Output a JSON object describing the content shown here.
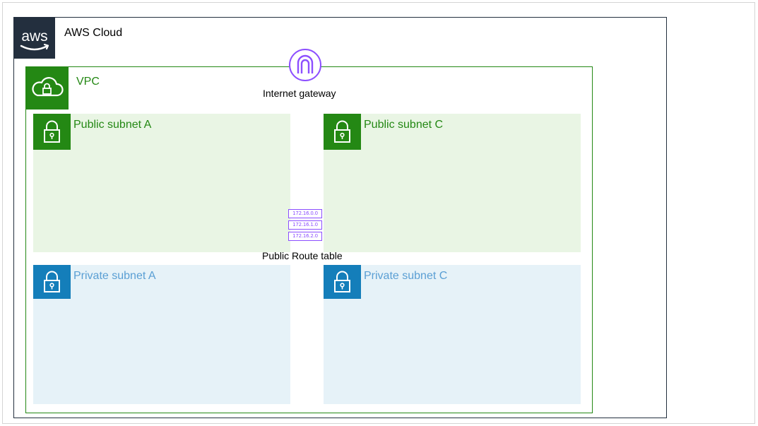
{
  "cloud": {
    "logo_text": "aws",
    "label": "AWS Cloud"
  },
  "vpc": {
    "label": "VPC"
  },
  "internet_gateway": {
    "label": "Internet gateway"
  },
  "route_table": {
    "label": "Public Route table",
    "rows": [
      "172.16.0.0",
      "172.16.1.0",
      "172.16.2.0"
    ]
  },
  "subnets": {
    "public_a": "Public subnet A",
    "public_c": "Public subnet C",
    "private_a": "Private subnet A",
    "private_c": "Private subnet C"
  },
  "colors": {
    "cloud_border": "#232f3e",
    "vpc_green": "#248814",
    "public_fill": "#e9f5e4",
    "private_fill": "#e6f2f8",
    "private_blue": "#147eba",
    "gateway_purple": "#8c4fff"
  },
  "icons": {
    "logo": "aws-logo-icon",
    "vpc": "vpc-cloud-lock-icon",
    "subnet": "lock-icon",
    "gateway": "internet-gateway-icon",
    "route_table": "route-table-icon"
  }
}
